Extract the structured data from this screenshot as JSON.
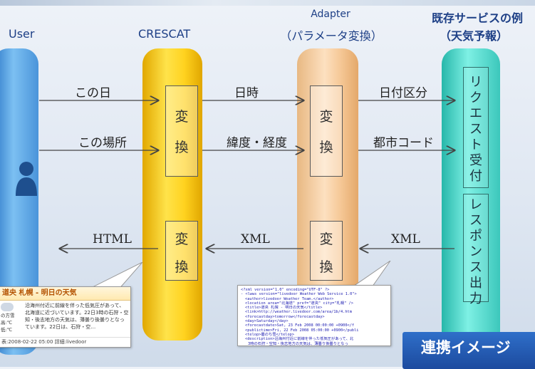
{
  "lanes": {
    "user": "User",
    "crescat": "CRESCAT",
    "adapter_line1": "Adapter",
    "adapter_line2": "（パラメータ変換）",
    "service_line1": "既存サービスの例",
    "service_line2": "（天気予報）"
  },
  "transform": [
    "変",
    "換"
  ],
  "arrows": {
    "row1": {
      "left": "この日",
      "mid": "日時",
      "right": "日付区分"
    },
    "row2": {
      "left": "この場所",
      "mid": "緯度・経度",
      "right": "都市コード"
    },
    "row3": {
      "left": "HTML",
      "mid": "XML",
      "right": "XML"
    }
  },
  "service_boxes": {
    "request": [
      "リ",
      "ク",
      "エ",
      "ス",
      "ト",
      "受",
      "付"
    ],
    "response": [
      "レ",
      "ス",
      "ポ",
      "ン",
      "ス",
      "出",
      "力"
    ]
  },
  "weather_bubble": {
    "title": "道央 札幌 - 明日の天気",
    "text": "沿海州付近に前線を伴った低気圧があって、北海道に近づいています。22日3時の石狩・空知・後志地方の天気は、薄曇り後曇りとなっています。22日は、石狩・空…",
    "left_frag": [
      "の方雪",
      "高:℃",
      "低:℃"
    ],
    "footer": "表:2008-02-22 05:00  詳細:livedoor"
  },
  "xml_bubble": {
    "lines": [
      "<?xml version=\"1.0\" encoding=\"UTF-8\" ?>",
      "- <lwws version=\"livedoor Weather Web Service 1.0\">",
      "<author>livedoor Weather Team.</author>",
      "<location area=\"北海道\" pref=\"道央\" city=\"札幌\" />",
      "<title>道央 札幌 - 明日の天気</title>",
      "<link>http://weather.livedoor.com/area/1b/4.htm",
      "<forecastday>tomorrow</forecastday>",
      "<day>Saturday</day>",
      "<forecastdate>Sat, 23 Feb 2008 00:00:00 +0900</f",
      "<publictime>Fri, 22 Feb 2008 05:00:00 +0900</publi",
      "<telop>曇のち雪</telop>",
      "<description>沿海州付近に前線を伴った低気圧があって、北",
      "3時の石狩・空知・後志地方の天気は、薄曇り後曇りとなっ"
    ]
  },
  "badge": "連携イメージ"
}
